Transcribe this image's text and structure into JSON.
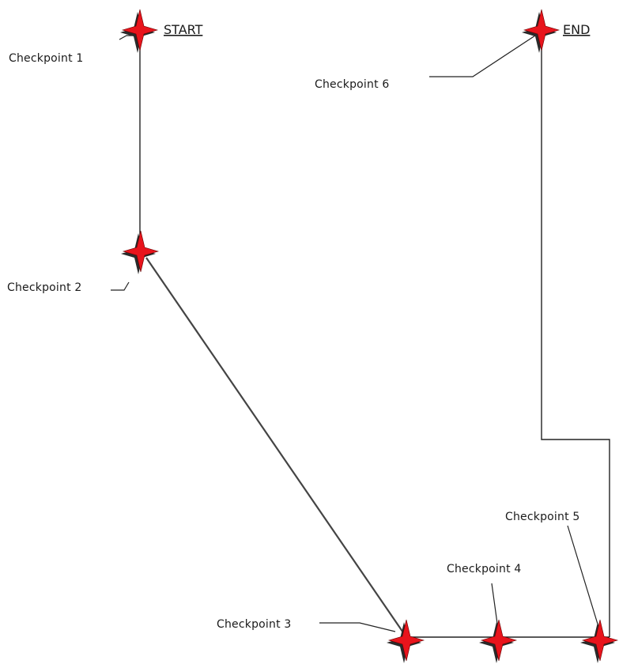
{
  "diagram": {
    "start_label": "START",
    "end_label": "END",
    "checkpoints": [
      {
        "id": 1,
        "label": "Checkpoint 1"
      },
      {
        "id": 2,
        "label": "Checkpoint 2"
      },
      {
        "id": 3,
        "label": "Checkpoint 3"
      },
      {
        "id": 4,
        "label": "Checkpoint 4"
      },
      {
        "id": 5,
        "label": "Checkpoint 5"
      },
      {
        "id": 6,
        "label": "Checkpoint 6"
      }
    ],
    "colors": {
      "marker": "#e8141c",
      "line": "#222222"
    },
    "marker_icon": "four-point-star-icon"
  }
}
